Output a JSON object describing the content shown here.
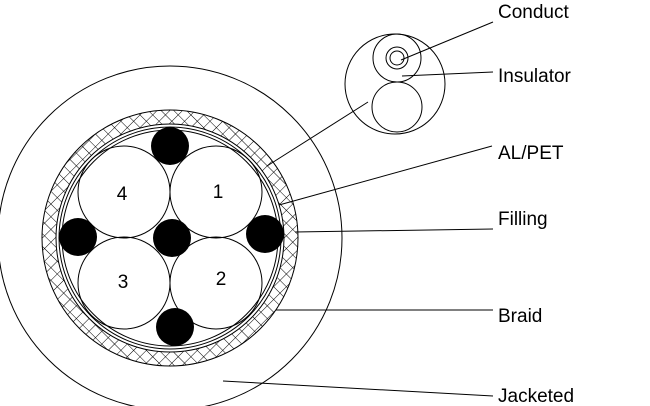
{
  "labels": {
    "conduct": "Conduct",
    "insulator": "Insulator",
    "al_pet": "AL/PET",
    "filling": "Filling",
    "braid": "Braid",
    "jacketed": "Jacketed"
  },
  "pair_numbers": [
    "1",
    "2",
    "3",
    "4"
  ],
  "colors": {
    "line": "#000000",
    "filler": "#000000",
    "background": "#ffffff"
  }
}
